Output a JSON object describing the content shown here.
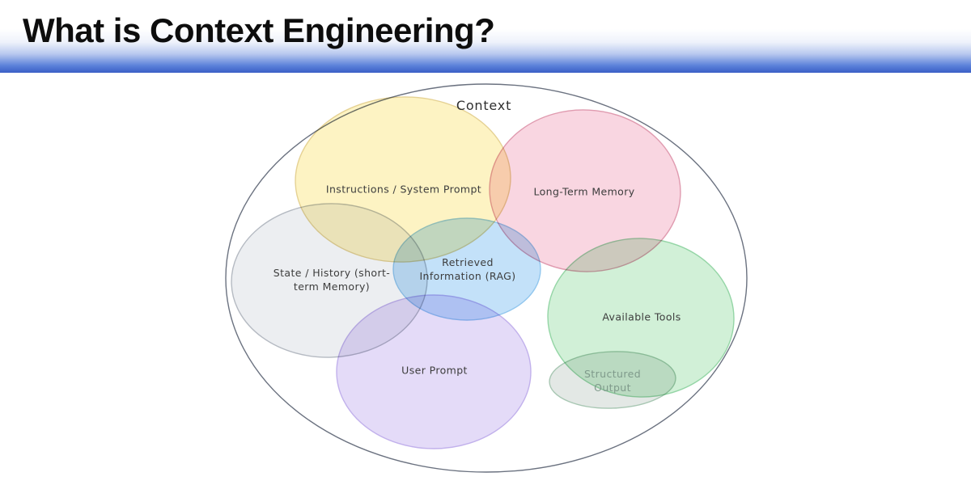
{
  "header": {
    "title": "What is Context Engineering?",
    "gradient_top": "#ffffff",
    "gradient_bottom": "#3a5fc6"
  },
  "diagram": {
    "container_label": "Context",
    "sets": [
      {
        "id": "instructions",
        "label": "Instructions / System Prompt",
        "fill": "#fcf0b6",
        "stroke": "#e2cd8c"
      },
      {
        "id": "long_term_memory",
        "label": "Long-Term Memory",
        "fill": "#f8cdda",
        "stroke": "#dd92a9"
      },
      {
        "id": "state_history",
        "label": "State / History (short-\nterm Memory)",
        "fill": "#e8eaee",
        "stroke": "#aeb4bc"
      },
      {
        "id": "retrieved_info",
        "label": "Retrieved\nInformation (RAG)",
        "fill": "#b6dbf8",
        "stroke": "#89c2ec"
      },
      {
        "id": "available_tools",
        "label": "Available Tools",
        "fill": "#c7edce",
        "stroke": "#8cd29e"
      },
      {
        "id": "user_prompt",
        "label": "User Prompt",
        "fill": "#ded3f6",
        "stroke": "#bcabea"
      },
      {
        "id": "structured_output",
        "label": "Structured\nOutput",
        "fill": "#dde3df",
        "stroke": "#a0c2ac"
      }
    ]
  }
}
